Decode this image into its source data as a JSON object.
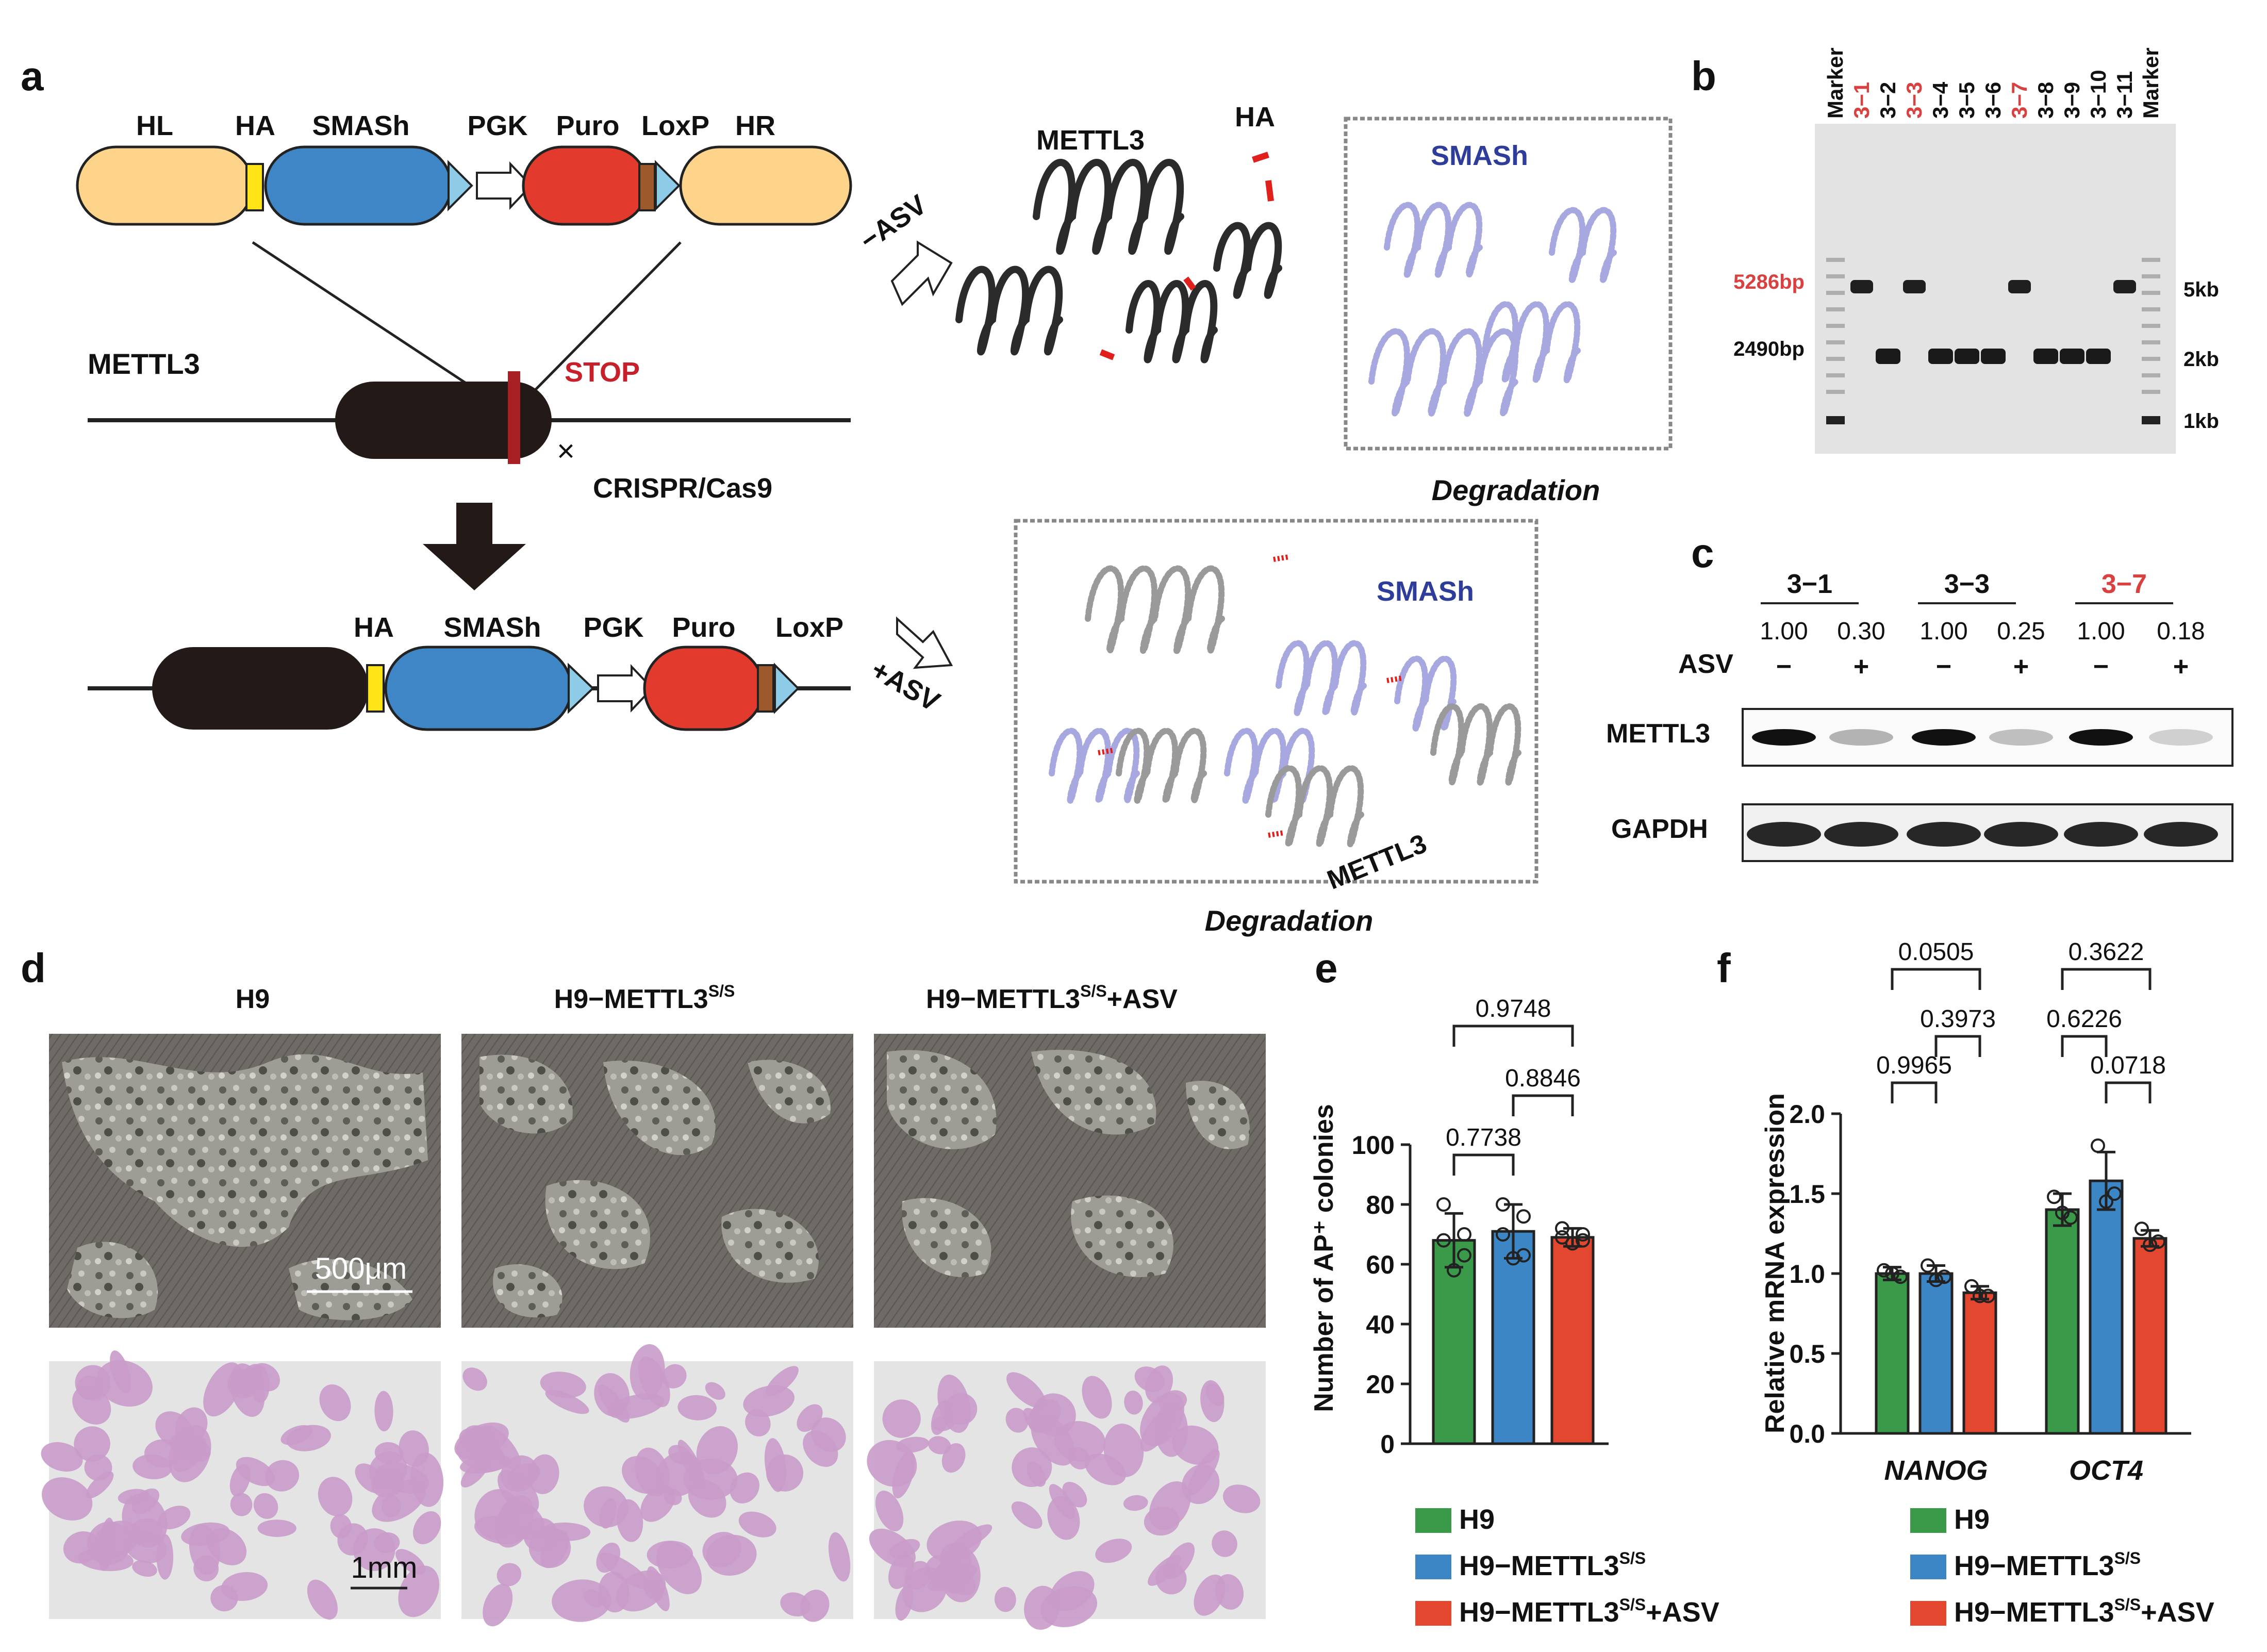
{
  "panels": {
    "a": "a",
    "b": "b",
    "c": "c",
    "d": "d",
    "e": "e",
    "f": "f"
  },
  "a": {
    "construct": [
      "HL",
      "HA",
      "SMASh",
      "PGK",
      "Puro",
      "LoxP",
      "HR"
    ],
    "gene": "METTL3",
    "stop": "STOP",
    "cas9": "CRISPR/Cas9",
    "edited": [
      "HA",
      "SMASh",
      "PGK",
      "Puro",
      "LoxP"
    ],
    "minus_asv": "−ASV",
    "plus_asv": "+ASV",
    "prot_mettl3": "METTL3",
    "prot_ha": "HA",
    "smash_label": "SMASh",
    "smash_label2": "SMASh",
    "mettl3_deg": "METTL3",
    "degradation": "Degradation",
    "degradation2": "Degradation",
    "colors": {
      "hl": "#fdd48a",
      "ha": "#ffe418",
      "smash": "#3f86c6",
      "puro": "#e23b2e",
      "loxp": "#9c5a2c",
      "tri": "#8ecbe6",
      "black": "#231916",
      "stop": "#a81f24",
      "coil": "#2b2b2b",
      "coil_smash": "#a8a8e0",
      "coil_grey": "#9a9a9a"
    }
  },
  "b": {
    "lanes": [
      "Marker",
      "3−1",
      "3−2",
      "3−3",
      "3−4",
      "3−5",
      "3−6",
      "3−7",
      "3−8",
      "3−9",
      "3−10",
      "3−11",
      "Marker"
    ],
    "red_lanes": [
      1,
      3,
      7
    ],
    "left_labels": [
      "5286bp",
      "2490bp"
    ],
    "right_labels": [
      "5kb",
      "2kb",
      "1kb"
    ]
  },
  "c": {
    "groups": [
      "3−1",
      "3−3",
      "3−7"
    ],
    "ratios": [
      "1.00",
      "0.30",
      "1.00",
      "0.25",
      "1.00",
      "0.18"
    ],
    "asv_label": "ASV",
    "asv_signs": [
      "−",
      "+",
      "−",
      "+",
      "−",
      "+"
    ],
    "row_labels": [
      "METTL3",
      "GAPDH"
    ]
  },
  "d": {
    "titles": [
      "H9",
      "H9−METTL3",
      "H9−METTL3",
      "+ASV"
    ],
    "sup": "S/S",
    "scale1": "500μm",
    "scale2": "1mm"
  },
  "legend": {
    "items": [
      "H9",
      "H9−METTL3",
      "H9−METTL3",
      "+ASV"
    ],
    "sup": "S/S"
  },
  "chart_data": [
    {
      "type": "bar",
      "ylabel": "Number of AP⁺ colonies",
      "ylim": [
        0,
        100
      ],
      "yticks": [
        "0",
        "20",
        "40",
        "60",
        "80",
        "100"
      ],
      "categories": [
        "H9",
        "H9−METTL3S/S",
        "H9−METTL3S/S+ASV"
      ],
      "values": [
        68,
        71,
        69
      ],
      "errors": [
        9,
        9,
        3
      ],
      "points": [
        [
          80,
          70,
          68,
          63,
          58
        ],
        [
          80,
          76,
          70,
          63,
          62
        ],
        [
          72,
          70,
          69,
          68,
          67
        ]
      ],
      "colors": [
        "#3a9a49",
        "#3c86c5",
        "#e3472f"
      ],
      "pvalues": [
        "0.7738",
        "0.8846",
        "0.9748"
      ]
    },
    {
      "type": "bar",
      "ylabel": "Relative mRNA expression",
      "ylim": [
        0,
        2.0
      ],
      "yticks": [
        "0.0",
        "0.5",
        "1.0",
        "1.5",
        "2.0"
      ],
      "groups": [
        "NANOG",
        "OCT4"
      ],
      "series": [
        {
          "name": "H9",
          "values": [
            1.0,
            1.4
          ],
          "errors": [
            0.04,
            0.1
          ],
          "points": [
            [
              1.02,
              0.98,
              1.0
            ],
            [
              1.48,
              1.35,
              1.38
            ]
          ]
        },
        {
          "name": "H9−METTL3S/S",
          "values": [
            1.0,
            1.58
          ],
          "errors": [
            0.05,
            0.18
          ],
          "points": [
            [
              1.05,
              0.98,
              0.96
            ],
            [
              1.8,
              1.5,
              1.45
            ]
          ]
        },
        {
          "name": "H9−METTL3S/S+ASV",
          "values": [
            0.88,
            1.22
          ],
          "errors": [
            0.04,
            0.05
          ],
          "points": [
            [
              0.92,
              0.86,
              0.86
            ],
            [
              1.28,
              1.2,
              1.18
            ]
          ]
        }
      ],
      "colors": [
        "#3a9a49",
        "#3c86c5",
        "#e3472f"
      ],
      "pvalues": [
        "0.0505",
        "0.3973",
        "0.9965",
        "0.3622",
        "0.6226",
        "0.0718"
      ]
    }
  ]
}
